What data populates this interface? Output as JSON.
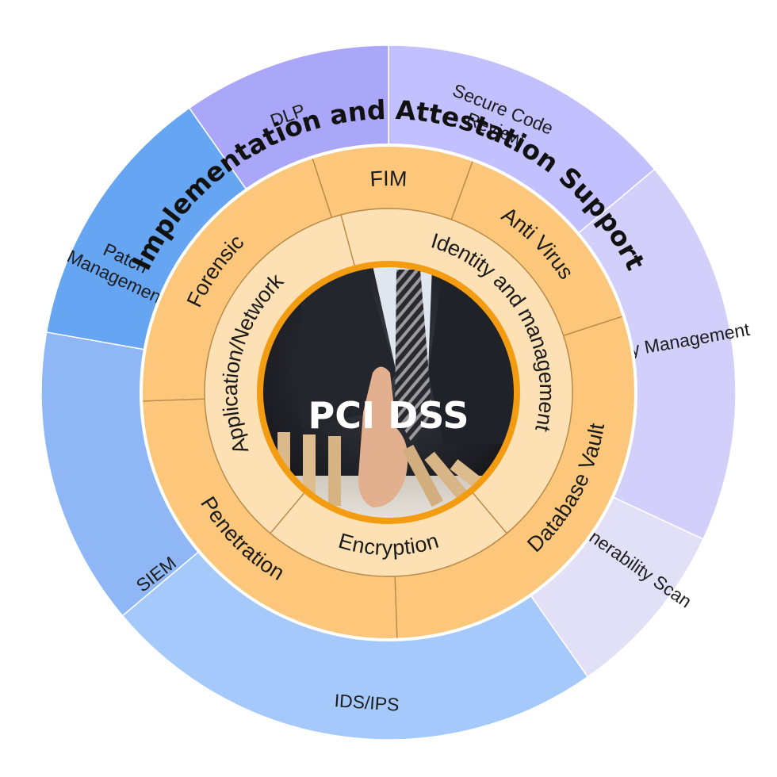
{
  "title": "Implementation and Attestation Support",
  "center": {
    "label": "PCI DSS",
    "ring_color": "#f39c12"
  },
  "outer_ring": {
    "segments": [
      {
        "label": [
          "Secure Code",
          "Review"
        ],
        "color": "#c3c0ff"
      },
      {
        "label": [
          "Key Management"
        ],
        "color": "#d2d0fb"
      },
      {
        "label": [
          "Vulnerability Scan"
        ],
        "color": "#e2e0f6"
      },
      {
        "label": [
          "IDS/IPS"
        ],
        "color": "#a6c9fb"
      },
      {
        "label": [
          "SIEM"
        ],
        "color": "#8fb7f5"
      },
      {
        "label": [
          "Patch",
          "Management"
        ],
        "color": "#66a5f1"
      },
      {
        "label": [
          "DLP"
        ],
        "color": "#aaa7f9"
      }
    ]
  },
  "middle_ring": {
    "color": "#fcc77a",
    "segments": [
      {
        "label": "FIM"
      },
      {
        "label": "Anti Virus"
      },
      {
        "label": "Database Vault"
      },
      {
        "label": "Penetration"
      },
      {
        "label": "Forensic"
      }
    ]
  },
  "inner_ring": {
    "color": "#fde0b3",
    "segments": [
      {
        "label": "Identity and management"
      },
      {
        "label": "Encryption"
      },
      {
        "label": "Application/Network"
      }
    ]
  }
}
